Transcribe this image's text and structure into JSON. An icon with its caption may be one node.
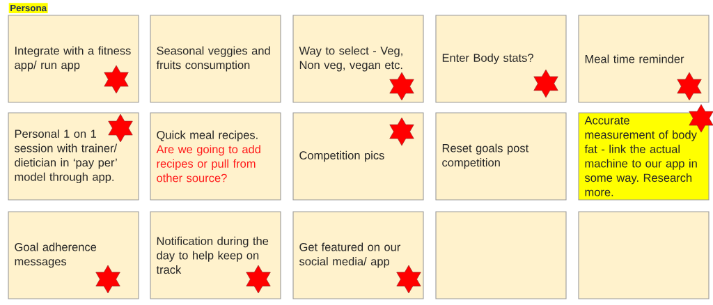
{
  "diagram": {
    "title": "Persona",
    "nodes": [
      {
        "text": [
          "Integrate with a fitness app/ run app"
        ]
      },
      {
        "text": [],
        "shape": "star",
        "in": 0
      },
      {
        "text": [
          "Seasonal veggies and fruits consumption"
        ]
      },
      {
        "text": [
          "Way to select - Veg, Non veg, vegan etc."
        ]
      },
      {
        "text": [],
        "shape": "star",
        "in": 3
      },
      {
        "text": [
          "Enter Body stats?"
        ]
      },
      {
        "text": [],
        "shape": "star",
        "in": 5
      },
      {
        "text": [
          "Meal time reminder"
        ]
      },
      {
        "text": [],
        "shape": "star",
        "in": 7
      },
      {
        "text": [
          "Personal 1 on 1 session with trainer/ dietician in ‘pay per’ model through app."
        ]
      },
      {
        "text": [],
        "shape": "star",
        "in": 9
      },
      {
        "text": [
          "Quick meal recipes.",
          "Are we going to add recipes or pull from other source?"
        ]
      },
      {
        "text": [
          "Competition pics"
        ]
      },
      {
        "text": [],
        "shape": "star",
        "in": 12
      },
      {
        "text": [
          "Reset goals post competition"
        ]
      },
      {
        "text": [
          "Accurate measurement of body fat - link the actual machine to our app in some way. Research more."
        ]
      },
      {
        "text": [],
        "shape": "star"
      },
      {
        "text": [
          "Goal adherence messages"
        ]
      },
      {
        "text": [],
        "shape": "star",
        "in": 17
      },
      {
        "text": [
          "Notification during the day to help keep on track"
        ]
      },
      {
        "text": [],
        "shape": "star",
        "in": 19
      },
      {
        "text": [
          "Get featured on our social media/ app"
        ]
      },
      {
        "text": [],
        "shape": "star",
        "in": 21
      },
      {
        "text": [],
        "shape": "box"
      },
      {
        "text": [],
        "shape": "box"
      }
    ]
  }
}
